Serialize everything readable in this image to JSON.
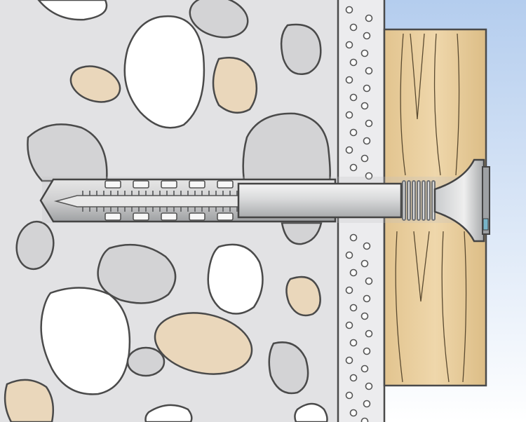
{
  "diagram": {
    "components": [
      {
        "name": "concrete-wall",
        "color": "#e2e2e4"
      },
      {
        "name": "plaster-layer",
        "color": "#ececee"
      },
      {
        "name": "timber-board",
        "color": "#e9cfa0"
      },
      {
        "name": "frame-fixing-anchor",
        "color": "#cfd1d3"
      },
      {
        "name": "background-sky",
        "color": "#b9d1ee"
      }
    ],
    "aggregate_colors": {
      "white": "#ffffff",
      "grey": "#d3d3d5",
      "tan": "#ead7bb"
    }
  }
}
